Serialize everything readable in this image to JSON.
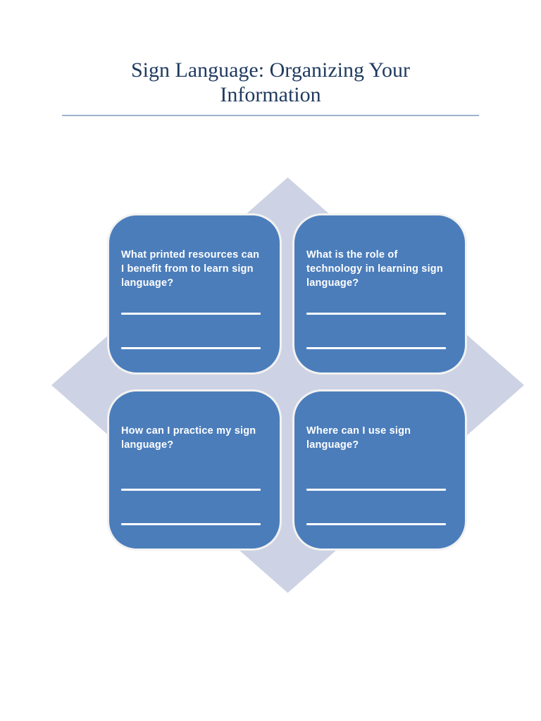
{
  "page": {
    "title_line1": "Sign Language: Organizing Your",
    "title_line2": "Information"
  },
  "diagram": {
    "boxes": [
      {
        "question": "What printed resources can I benefit from to learn sign language?"
      },
      {
        "question": "What is the role of technology in learning sign language?"
      },
      {
        "question": "How can I practice my sign language?"
      },
      {
        "question": "Where can I use sign language?"
      }
    ],
    "answer_lines_per_box": 2
  },
  "colors": {
    "title_text": "#1f3a5f",
    "rule": "#9bb3ca",
    "diamond_fill": "#cdd3e4",
    "box_fill": "#4b7dbb",
    "box_text": "#ffffff",
    "line": "#ffffff"
  }
}
